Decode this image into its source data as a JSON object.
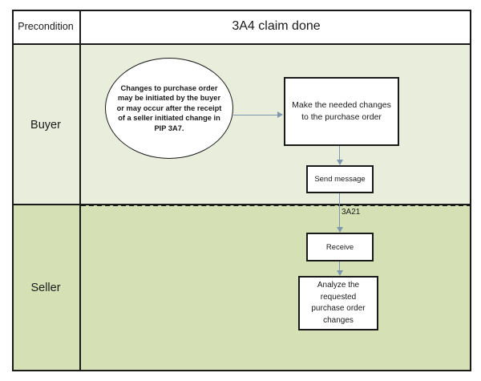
{
  "diagram": {
    "title": "3A4 claim done",
    "precondition_label": "Precondition",
    "lanes": [
      {
        "name": "buyer",
        "label": "Buyer",
        "color": "#e9eddc"
      },
      {
        "name": "seller",
        "label": "Seller",
        "color": "#d5e0b4"
      }
    ],
    "shapes": {
      "note_ellipse": "Changes to purchase order may be initiated by the buyer or may occur after the receipt of a seller initiated change in PIP 3A7.",
      "make_changes": "Make the needed changes to the purchase order",
      "send_message": "Send message",
      "receive": "Receive",
      "analyze": "Analyze the requested purchase order changes"
    },
    "flow_label": "3A21",
    "colors": {
      "border": "#1a1a1a",
      "connector": "#7f98b0",
      "shape_fill": "#ffffff"
    }
  }
}
